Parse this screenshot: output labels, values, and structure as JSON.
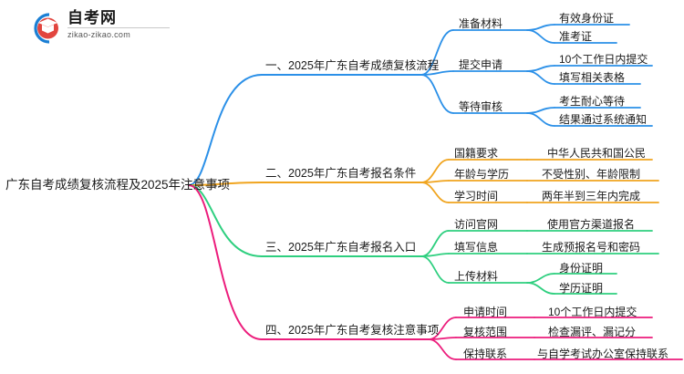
{
  "logo": {
    "title": "自考网",
    "url": "zikao-zikao.com",
    "mark_icon": "graduation-cap-icon",
    "ring_color": "#1b7fd4",
    "cap_color": "#d8322c"
  },
  "mindmap": {
    "root": {
      "label": "广东自考成绩复核流程及2025年注意事项"
    },
    "branches": [
      {
        "label": "一、2025年广东自考成绩复核流程",
        "color": "#2b90e8",
        "children": [
          {
            "label": "准备材料",
            "children": [
              {
                "label": "有效身份证"
              },
              {
                "label": "准考证"
              }
            ]
          },
          {
            "label": "提交申请",
            "children": [
              {
                "label": "10个工作日内提交"
              },
              {
                "label": "填写相关表格"
              }
            ]
          },
          {
            "label": "等待审核",
            "children": [
              {
                "label": "考生耐心等待"
              },
              {
                "label": "结果通过系统通知"
              }
            ]
          }
        ]
      },
      {
        "label": "二、2025年广东自考报名条件",
        "color": "#f0a41e",
        "children": [
          {
            "label": "国籍要求",
            "children": [
              {
                "label": "中华人民共和国公民"
              }
            ]
          },
          {
            "label": "年龄与学历",
            "children": [
              {
                "label": "不受性别、年龄限制"
              }
            ]
          },
          {
            "label": "学习时间",
            "children": [
              {
                "label": "两年半到三年内完成"
              }
            ]
          }
        ]
      },
      {
        "label": "三、2025年广东自考报名入口",
        "color": "#2ecf7f",
        "children": [
          {
            "label": "访问官网",
            "children": [
              {
                "label": "使用官方渠道报名"
              }
            ]
          },
          {
            "label": "填写信息",
            "children": [
              {
                "label": "生成预报名号和密码"
              }
            ]
          },
          {
            "label": "上传材料",
            "children": [
              {
                "label": "身份证明"
              },
              {
                "label": "学历证明"
              }
            ]
          }
        ]
      },
      {
        "label": "四、2025年广东自考复核注意事项",
        "color": "#ec1d7c",
        "children": [
          {
            "label": "申请时间",
            "children": [
              {
                "label": "10个工作日内提交"
              }
            ]
          },
          {
            "label": "复核范围",
            "children": [
              {
                "label": "检查漏评、漏记分"
              }
            ]
          },
          {
            "label": "保持联系",
            "children": [
              {
                "label": "与自学考试办公室保持联系"
              }
            ]
          }
        ]
      }
    ]
  }
}
